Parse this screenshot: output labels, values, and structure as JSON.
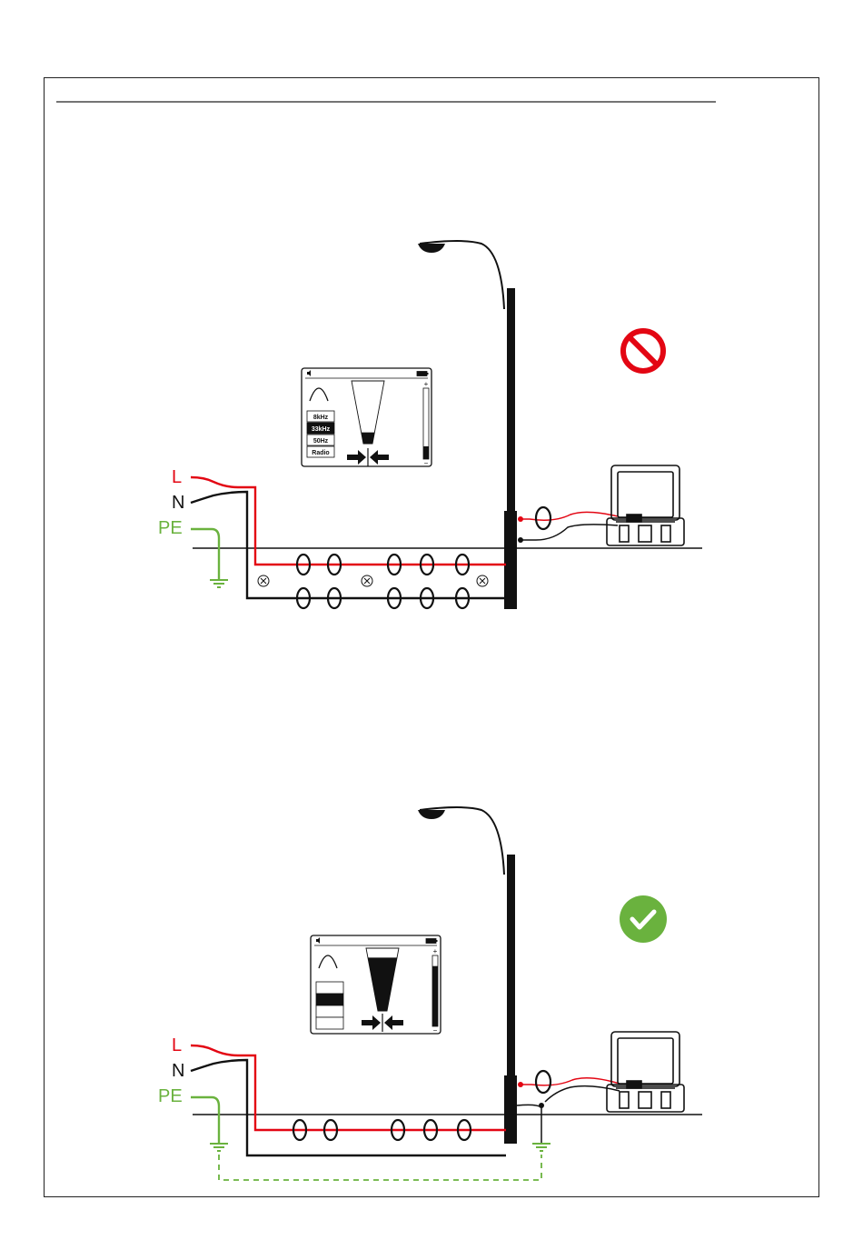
{
  "colors": {
    "live": "#e30613",
    "neutral": "#111111",
    "earth": "#6ab23e",
    "prohibited": "#e30613",
    "ok": "#6ab23e",
    "frame": "#222222"
  },
  "labels": {
    "live": "L",
    "neutral": "N",
    "earth": "PE"
  },
  "frequency_options": [
    "8kHz",
    "33kHz",
    "50Hz",
    "Radio"
  ],
  "selected_frequency": "33kHz",
  "signal_meter": {
    "plus": "+",
    "minus": "−"
  },
  "panels": [
    {
      "status": "prohibited",
      "status_icon": "no-entry-icon",
      "signal_level": 0.18,
      "earth_return_connected": false
    },
    {
      "status": "correct",
      "status_icon": "check-circle-icon",
      "signal_level": 0.85,
      "earth_return_connected": true
    }
  ]
}
